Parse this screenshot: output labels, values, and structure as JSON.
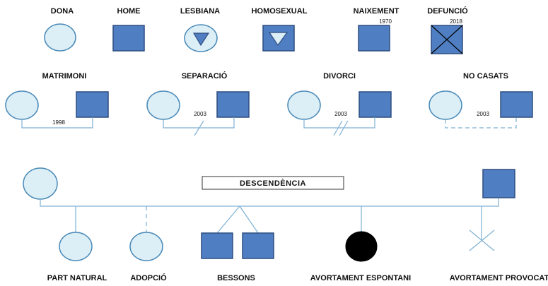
{
  "colors": {
    "female_fill": "#dceef6",
    "stroke": "#4a8ab8",
    "male_fill": "#4f7ec2",
    "male_stroke": "#2f4f80",
    "line": "#7fb1d3",
    "black": "#000000"
  },
  "legend": {
    "dona": "DONA",
    "home": "HOME",
    "lesbiana": "LESBIANA",
    "homosexual": "HOMOSEXUAL",
    "naixement": "NAIXEMENT",
    "naixement_year": "1970",
    "defuncio": "DEFUNCIÓ",
    "defuncio_year": "2018"
  },
  "relations": {
    "matrimoni": "MATRIMONI",
    "matrimoni_year": "1998",
    "separacio": "SEPARACIÓ",
    "separacio_year": "2003",
    "divorci": "DIVORCI",
    "divorci_year": "2003",
    "no_casats": "NO CASATS",
    "no_casats_year": "2003"
  },
  "descendencia": {
    "title": "DESCENDÈNCIA",
    "part_natural": "PART NATURAL",
    "adopcio": "ADOPCIÓ",
    "bessons": "BESSONS",
    "avortament_espontani": "AVORTAMENT ESPONTANI",
    "avortament_provocat": "AVORTAMENT PROVOCAT"
  }
}
